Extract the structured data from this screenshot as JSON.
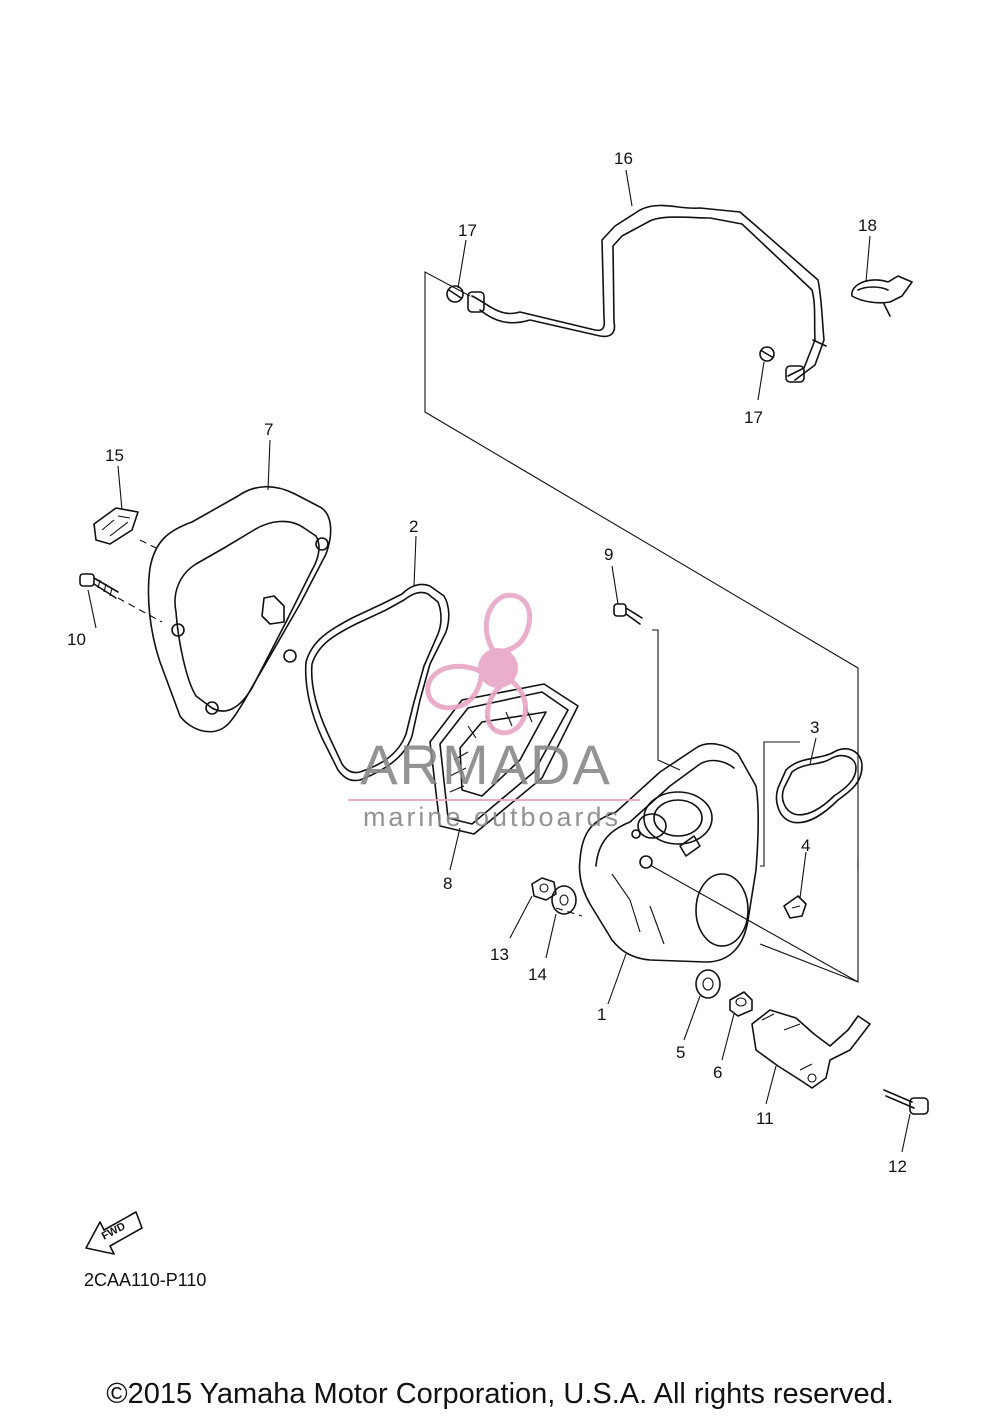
{
  "diagram": {
    "callouts": [
      {
        "id": "p1",
        "text": "1"
      },
      {
        "id": "p2",
        "text": "2"
      },
      {
        "id": "p3",
        "text": "3"
      },
      {
        "id": "p4",
        "text": "4"
      },
      {
        "id": "p5",
        "text": "5"
      },
      {
        "id": "p6",
        "text": "6"
      },
      {
        "id": "p7",
        "text": "7"
      },
      {
        "id": "p8",
        "text": "8"
      },
      {
        "id": "p9",
        "text": "9"
      },
      {
        "id": "p10",
        "text": "10"
      },
      {
        "id": "p11",
        "text": "11"
      },
      {
        "id": "p12",
        "text": "12"
      },
      {
        "id": "p13",
        "text": "13"
      },
      {
        "id": "p14",
        "text": "14"
      },
      {
        "id": "p15",
        "text": "15"
      },
      {
        "id": "p16",
        "text": "16"
      },
      {
        "id": "p17a",
        "text": "17"
      },
      {
        "id": "p17b",
        "text": "17"
      },
      {
        "id": "p18",
        "text": "18"
      }
    ],
    "fwd_label": "FWD",
    "diagram_code": "2CAA110-P110"
  },
  "watermark": {
    "name": "ARMADA",
    "tagline": "marine outboards",
    "pink": "#e8a6c6",
    "gray": "#888888"
  },
  "footer": {
    "copyright": "©2015 Yamaha Motor Corporation, U.S.A. All rights reserved."
  }
}
